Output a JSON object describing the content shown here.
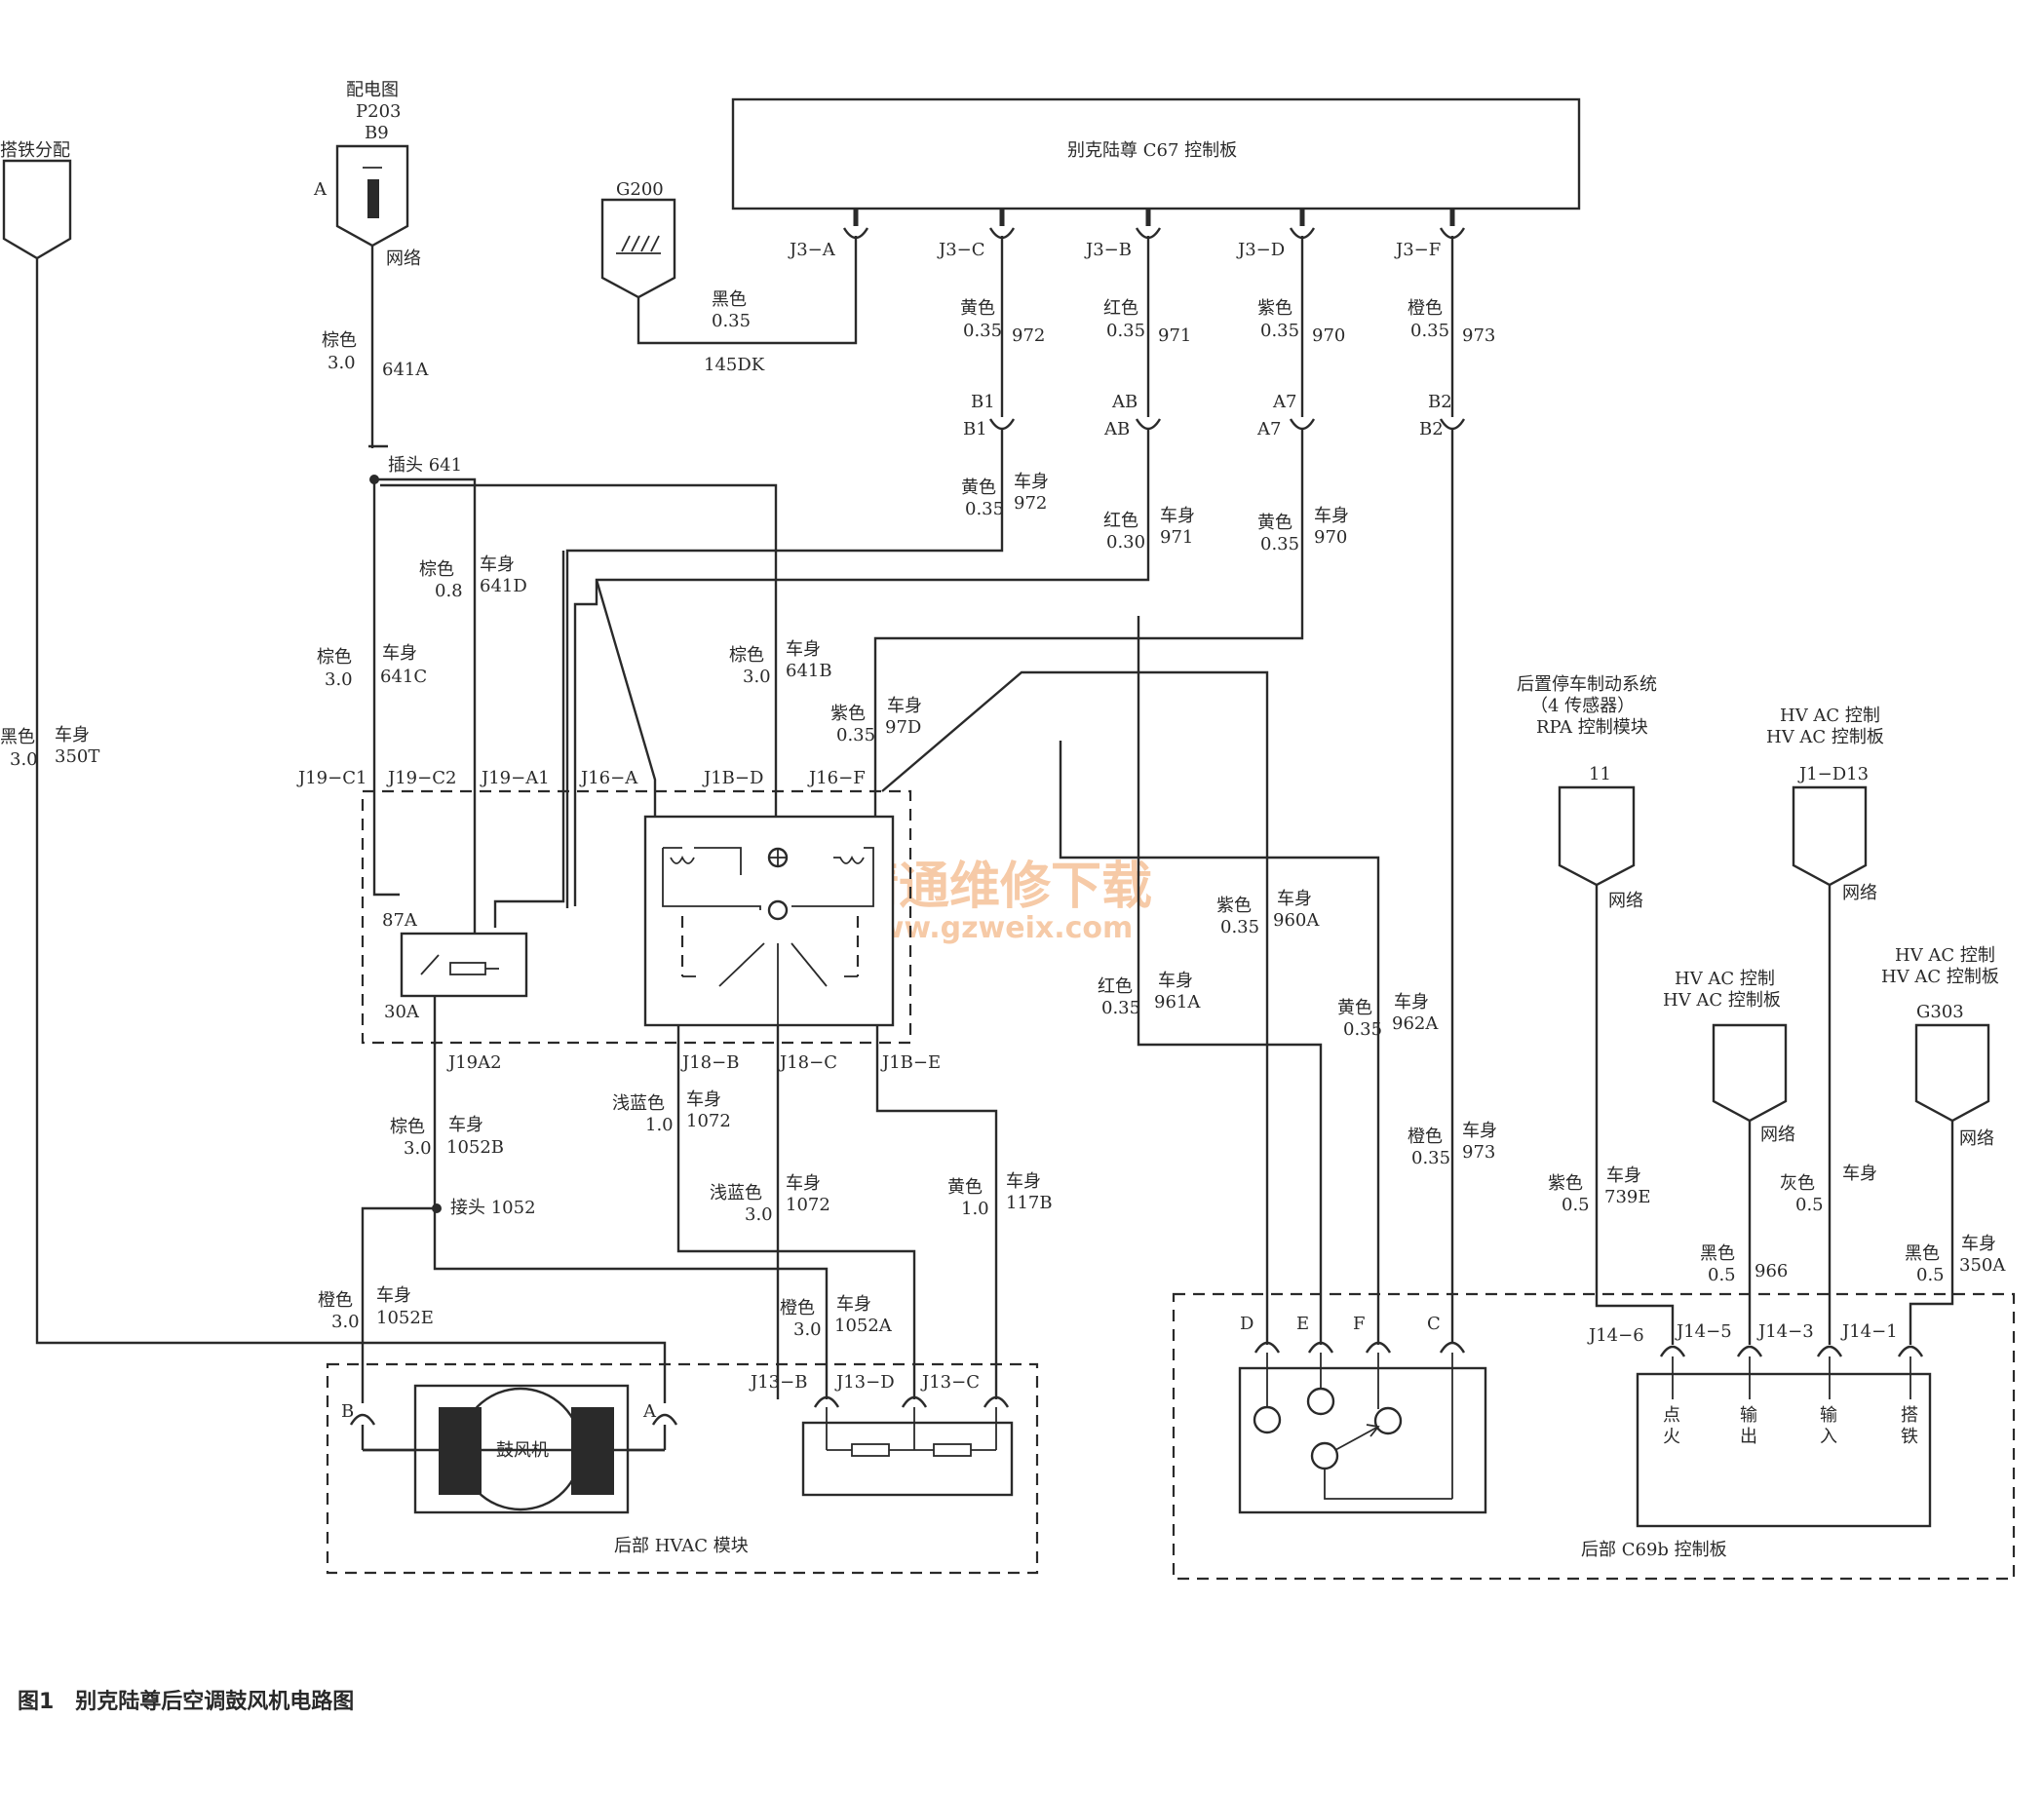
{
  "caption": "图1　别克陆尊后空调鼓风机电路图",
  "watermark": {
    "line1": "精通维修下载",
    "line2": "www.gzweix.com",
    "color": "#f3b98a"
  },
  "ground_dist": {
    "label": "搭铁分配",
    "wire_color": "黑色",
    "gauge": "3.0",
    "harness": "车身",
    "circuit": "350T"
  },
  "fuse_block": {
    "title": "配电图",
    "code": "P203",
    "pin": "B9",
    "side": "A",
    "net": "网络",
    "wire_color": "棕色",
    "gauge": "3.0",
    "circuit": "641A"
  },
  "splice_641": "插头 641",
  "g200": {
    "label": "G200",
    "wire_color": "黑色",
    "gauge": "0.35",
    "circuit": "145DK"
  },
  "c67": {
    "label": "别克陆尊 C67 控制板",
    "pins": [
      {
        "pin": "J3−A"
      },
      {
        "pin": "J3−C",
        "color": "黄色",
        "gauge": "0.35",
        "circuit": "972",
        "conn": "B1"
      },
      {
        "pin": "J3−B",
        "color": "红色",
        "gauge": "0.35",
        "circuit": "971",
        "conn": "AB"
      },
      {
        "pin": "J3−D",
        "color": "紫色",
        "gauge": "0.35",
        "circuit": "970",
        "conn": "A7"
      },
      {
        "pin": "J3−F",
        "color": "橙色",
        "gauge": "0.35",
        "circuit": "973",
        "conn": "B2"
      }
    ]
  },
  "below_conn": [
    {
      "color": "黄色",
      "gauge": "0.35",
      "harness": "车身",
      "circuit": "972"
    },
    {
      "color": "红色",
      "gauge": "0.30",
      "harness": "车身",
      "circuit": "971"
    },
    {
      "color": "黄色",
      "gauge": "0.35",
      "harness": "车身",
      "circuit": "970"
    }
  ],
  "relay_wires": {
    "w641D": {
      "color": "棕色",
      "gauge": "0.8",
      "harness": "车身",
      "circuit": "641D"
    },
    "w641C": {
      "color": "棕色",
      "gauge": "3.0",
      "harness": "车身",
      "circuit": "641C"
    },
    "w641B": {
      "color": "棕色",
      "gauge": "3.0",
      "harness": "车身",
      "circuit": "641B"
    },
    "w97D": {
      "color": "紫色",
      "gauge": "0.35",
      "harness": "车身",
      "circuit": "97D"
    }
  },
  "relay_pins": {
    "top": [
      "J19−C1",
      "J19−C2",
      "J19−A1",
      "J16−A",
      "J1B−D",
      "J16−F"
    ],
    "p87": "87A",
    "p30": "30A",
    "j19a2": "J19A2",
    "bottom": [
      "J18−B",
      "J18−C",
      "J1B−E"
    ]
  },
  "lower_wires": {
    "w1052B": {
      "color": "棕色",
      "gauge": "3.0",
      "harness": "车身",
      "circuit": "1052B"
    },
    "splice_1052": "接头 1052",
    "w1052E": {
      "color": "橙色",
      "gauge": "3.0",
      "harness": "车身",
      "circuit": "1052E"
    },
    "w1052A": {
      "color": "橙色",
      "gauge": "3.0",
      "harness": "车身",
      "circuit": "1052A"
    },
    "w1072a": {
      "color": "浅蓝色",
      "gauge": "1.0",
      "harness": "车身",
      "circuit": "1072"
    },
    "w1072b": {
      "color": "浅蓝色",
      "gauge": "3.0",
      "harness": "车身",
      "circuit": "1072"
    },
    "w117B": {
      "color": "黄色",
      "gauge": "1.0",
      "harness": "车身",
      "circuit": "117B"
    }
  },
  "hvac_module": {
    "label": "后部 HVAC 模块",
    "motor": "鼓风机",
    "pinB": "B",
    "pinA": "A",
    "pins": [
      "J13−B",
      "J13−D",
      "J13−C"
    ]
  },
  "c69b_wires": {
    "w960A": {
      "color": "紫色",
      "gauge": "0.35",
      "harness": "车身",
      "circuit": "960A"
    },
    "w961A": {
      "color": "红色",
      "gauge": "0.35",
      "harness": "车身",
      "circuit": "961A"
    },
    "w962A": {
      "color": "黄色",
      "gauge": "0.35",
      "harness": "车身",
      "circuit": "962A"
    },
    "w973": {
      "color": "橙色",
      "gauge": "0.35",
      "harness": "车身",
      "circuit": "973"
    },
    "w739E": {
      "color": "紫色",
      "gauge": "0.5",
      "harness": "车身",
      "circuit": "739E"
    },
    "w966": {
      "color": "黑色",
      "gauge": "0.5",
      "circuit": "966"
    },
    "wgray": {
      "color": "灰色",
      "gauge": "0.5",
      "harness": "车身"
    },
    "w350A": {
      "color": "黑色",
      "gauge": "0.5",
      "harness": "车身",
      "circuit": "350A"
    }
  },
  "rpa": {
    "line1": "后置停车制动系统",
    "line2": "（4 传感器）",
    "line3": "RPA 控制模块",
    "pin": "11",
    "net": "网络"
  },
  "hvac_ctrl1": {
    "line1": "HV AC 控制",
    "line2": "HV AC 控制板",
    "pin": "J1−D13",
    "net": "网络"
  },
  "hvac_ctrl2": {
    "line1": "HV AC 控制",
    "line2": "HV AC 控制板",
    "net": "网络"
  },
  "hvac_ctrl3": {
    "line1": "HV AC 控制",
    "line2": "HV AC 控制板",
    "pin": "G303",
    "net": "网络"
  },
  "c69b": {
    "label": "后部 C69b 控制板",
    "switch_pins": [
      "D",
      "E",
      "F",
      "C"
    ],
    "j14_pins": [
      "J14−6",
      "J14−5",
      "J14−3",
      "J14−1"
    ],
    "funcs": [
      [
        "点",
        "火"
      ],
      [
        "输",
        "出"
      ],
      [
        "输",
        "入"
      ],
      [
        "搭",
        "铁"
      ]
    ]
  }
}
